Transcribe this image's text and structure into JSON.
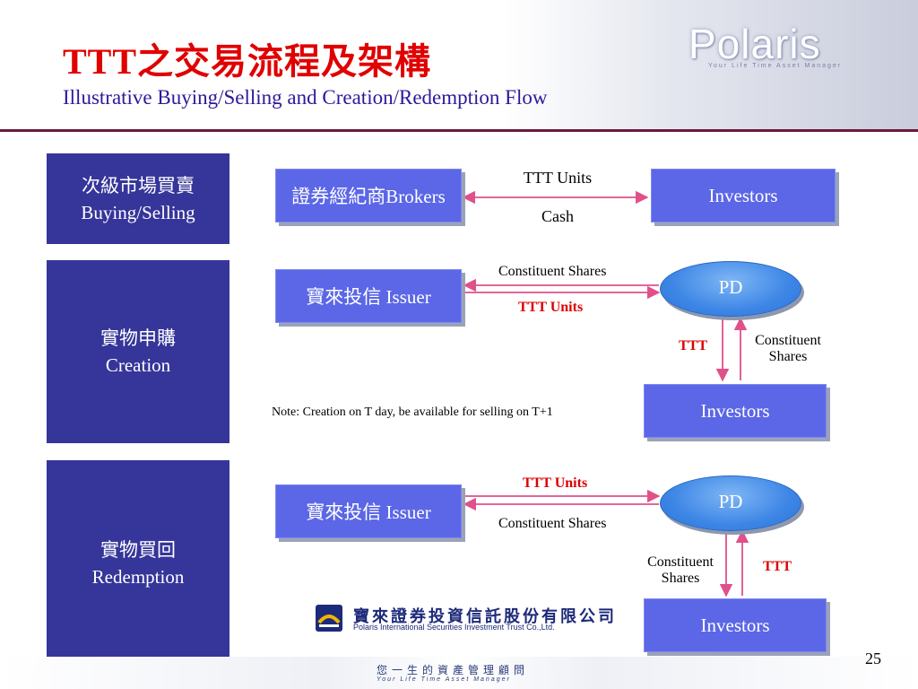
{
  "header": {
    "title": "TTT之交易流程及架構",
    "subtitle": "Illustrative Buying/Selling and Creation/Redemption Flow",
    "brand": "Polaris",
    "brand_tagline": "Your Life Time Asset Manager"
  },
  "sections": {
    "buying_selling": {
      "side_zh": "次級市場買賣",
      "side_en": "Buying/Selling",
      "left_box": "證券經紀商Brokers",
      "right_box": "Investors",
      "arrow_top_label": "TTT Units",
      "arrow_bottom_label": "Cash"
    },
    "creation": {
      "side_zh": "實物申購",
      "side_en": "Creation",
      "issuer_box": "寶來投信 Issuer",
      "pd": "PD",
      "investors_box": "Investors",
      "top_arrow_label": "Constituent Shares",
      "bottom_arrow_label": "TTT Units",
      "vertical_left_label": "TTT",
      "vertical_right_label": "Constituent Shares",
      "note": "Note: Creation on T day, be available for selling on T+1"
    },
    "redemption": {
      "side_zh": "實物買回",
      "side_en": "Redemption",
      "issuer_box": "寶來投信 Issuer",
      "pd": "PD",
      "investors_box": "Investors",
      "top_arrow_label": "TTT Units",
      "bottom_arrow_label": "Constituent Shares",
      "vertical_left_label": "Constituent Shares",
      "vertical_right_label": "TTT"
    }
  },
  "footer": {
    "company_zh": "寶來證券投資信託股份有限公司",
    "company_en": "Polaris International Securities Investment Trust Co.,Ltd.",
    "slogan_zh": "您一生的資產管理顧問",
    "slogan_en": "Your Life Time Asset Manager",
    "page_number": "25"
  },
  "colors": {
    "title_red": "#e00000",
    "subtitle_blue": "#2a1a9a",
    "side_panel": "#35359a",
    "box_blue": "#5b67e6",
    "ellipse_blue": "#3d86e6",
    "arrow_pink": "#e0508a",
    "header_rule": "#6a1a3c"
  }
}
